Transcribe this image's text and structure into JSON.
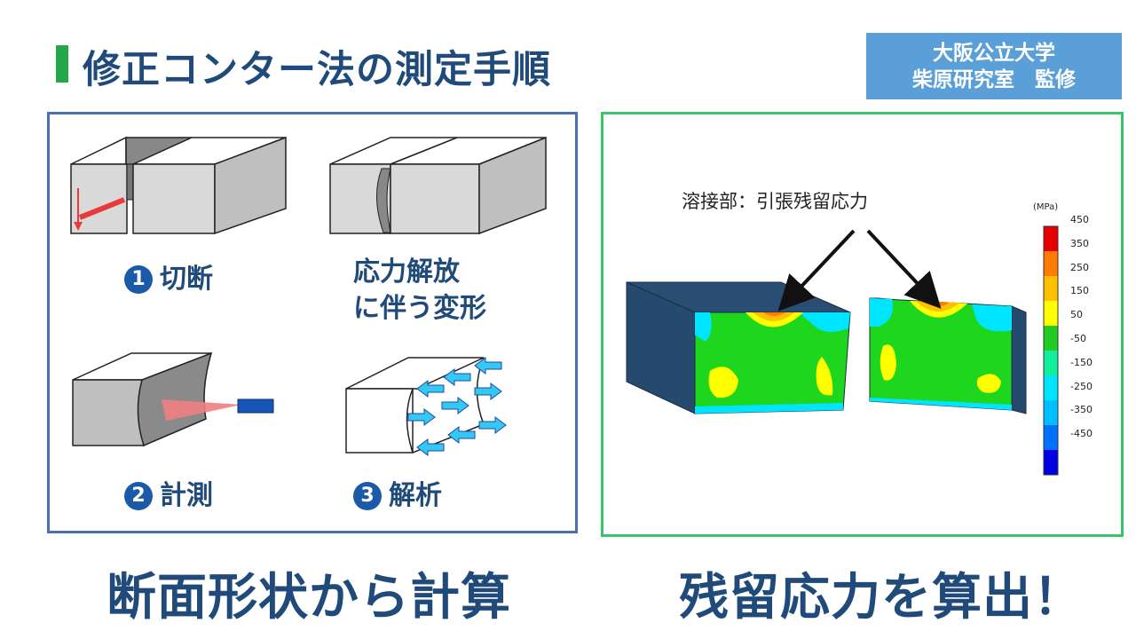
{
  "title": "修正コンター法の測定手順",
  "credit": {
    "line1": "大阪公立大学",
    "line2": "柴原研究室　監修"
  },
  "steps": [
    {
      "number": "1",
      "label": "切断"
    },
    {
      "number": "2",
      "label": "計測"
    },
    {
      "number": "3",
      "label": "解析"
    }
  ],
  "deformation_label": {
    "line1": "応力解放",
    "line2": "に伴う変形"
  },
  "weld_annotation": "溶接部：引張残留応力",
  "colorbar": {
    "unit": "(MPa)",
    "ticks": [
      "450",
      "350",
      "250",
      "150",
      "50",
      "-50",
      "-150",
      "-250",
      "-350",
      "-450"
    ],
    "colors": [
      "#e60000",
      "#ff7a00",
      "#ffc000",
      "#ffff00",
      "#22cc22",
      "#11ee99",
      "#00e5ff",
      "#00bfff",
      "#0070ff",
      "#0000e0"
    ]
  },
  "bottom": {
    "left": "断面形状から計算",
    "right": "残留応力を算出！"
  }
}
